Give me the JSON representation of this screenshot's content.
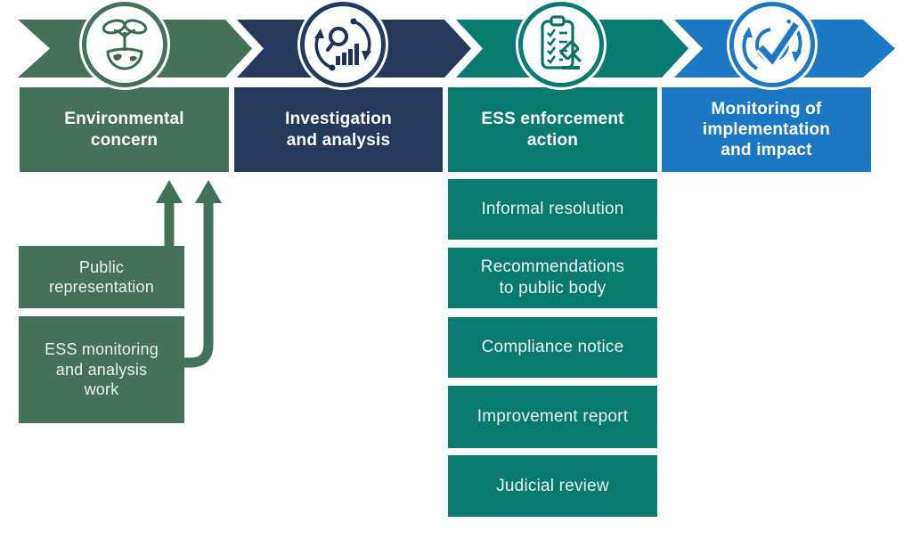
{
  "palette": {
    "green": "#44715A",
    "navy": "#24395C",
    "teal": "#087A70",
    "blue": "#1C78C3",
    "title_text": "#FFFFFF",
    "box_text": "#EDF1EF"
  },
  "stages": [
    {
      "label": "Environmental\nconcern",
      "color": "#44715A",
      "icon": "plant-globe-icon"
    },
    {
      "label": "Investigation\nand analysis",
      "color": "#24395C",
      "icon": "analysis-chart-icon"
    },
    {
      "label": "ESS enforcement\naction",
      "color": "#087A70",
      "icon": "checklist-gavel-icon"
    },
    {
      "label": "Monitoring of\nimplementation\nand impact",
      "color": "#1C78C3",
      "icon": "cycle-check-icon"
    }
  ],
  "stage1_inputs": [
    {
      "label": "Public\nrepresentation"
    },
    {
      "label": "ESS monitoring\nand analysis\nwork"
    }
  ],
  "enforcement_actions": [
    {
      "label": "Informal resolution"
    },
    {
      "label": "Recommendations\nto public body"
    },
    {
      "label": "Compliance notice"
    },
    {
      "label": "Improvement report"
    },
    {
      "label": "Judicial review"
    }
  ]
}
